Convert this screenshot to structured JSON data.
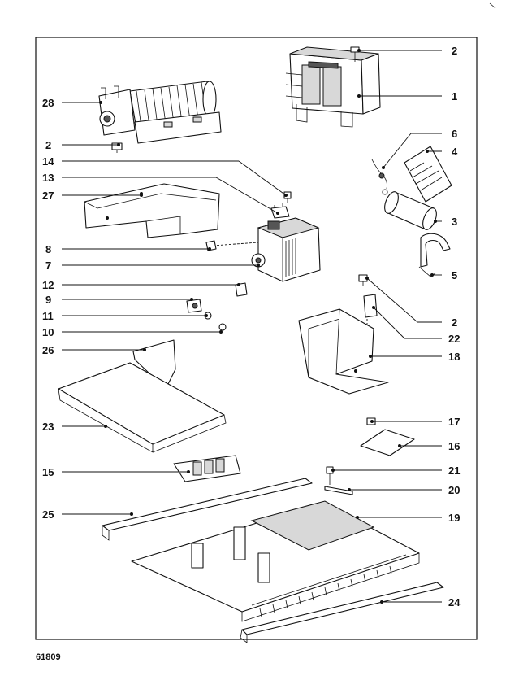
{
  "diagram": {
    "doc_number": "61809",
    "callouts": [
      {
        "id": "c-2a",
        "label": "2"
      },
      {
        "id": "c-1",
        "label": "1"
      },
      {
        "id": "c-28",
        "label": "28"
      },
      {
        "id": "c-2b",
        "label": "2"
      },
      {
        "id": "c-6",
        "label": "6"
      },
      {
        "id": "c-4",
        "label": "4"
      },
      {
        "id": "c-14",
        "label": "14"
      },
      {
        "id": "c-13",
        "label": "13"
      },
      {
        "id": "c-27",
        "label": "27"
      },
      {
        "id": "c-3",
        "label": "3"
      },
      {
        "id": "c-8",
        "label": "8"
      },
      {
        "id": "c-5",
        "label": "5"
      },
      {
        "id": "c-7",
        "label": "7"
      },
      {
        "id": "c-12",
        "label": "12"
      },
      {
        "id": "c-9",
        "label": "9"
      },
      {
        "id": "c-2c",
        "label": "2"
      },
      {
        "id": "c-11",
        "label": "11"
      },
      {
        "id": "c-22",
        "label": "22"
      },
      {
        "id": "c-10",
        "label": "10"
      },
      {
        "id": "c-26",
        "label": "26"
      },
      {
        "id": "c-18",
        "label": "18"
      },
      {
        "id": "c-23",
        "label": "23"
      },
      {
        "id": "c-17",
        "label": "17"
      },
      {
        "id": "c-16",
        "label": "16"
      },
      {
        "id": "c-15",
        "label": "15"
      },
      {
        "id": "c-21",
        "label": "21"
      },
      {
        "id": "c-20",
        "label": "20"
      },
      {
        "id": "c-25",
        "label": "25"
      },
      {
        "id": "c-19",
        "label": "19"
      },
      {
        "id": "c-24",
        "label": "24"
      }
    ]
  }
}
